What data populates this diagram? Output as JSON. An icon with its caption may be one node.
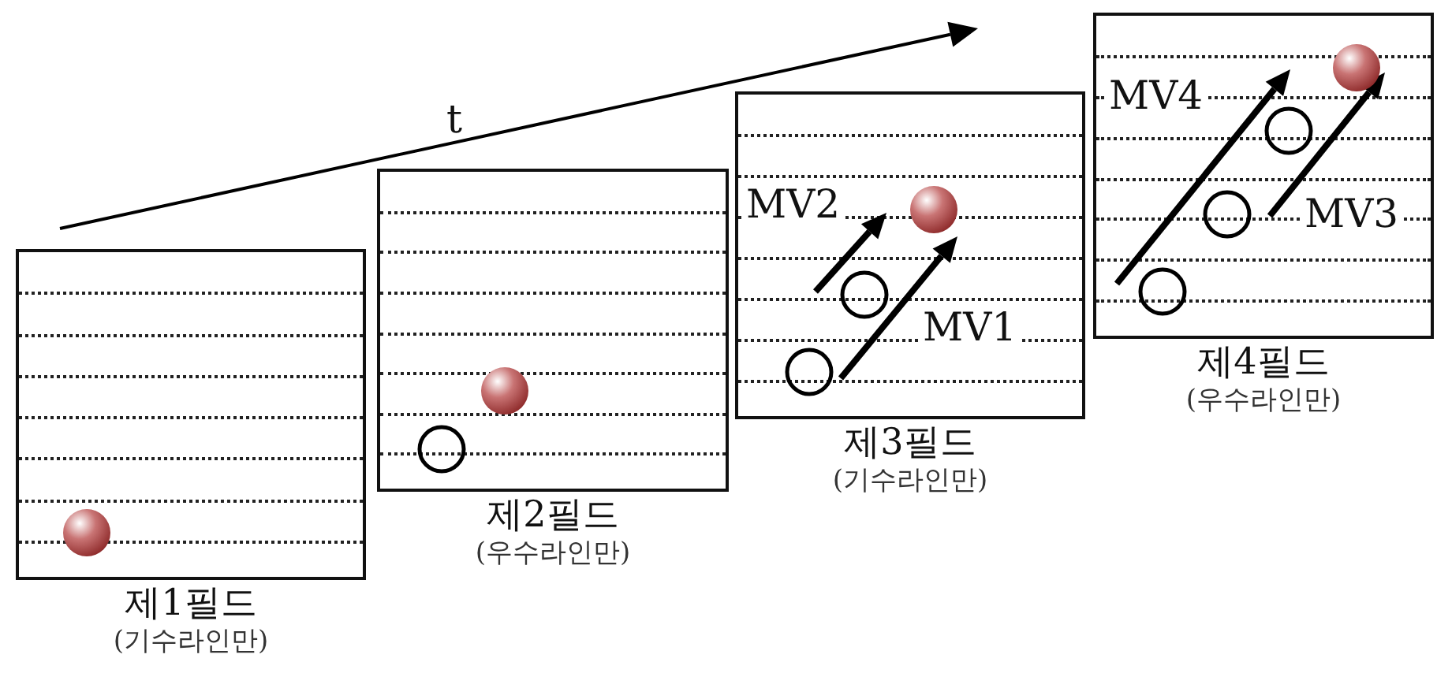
{
  "diagram": {
    "nodes": [
      {
        "text": [
          "제1필드",
          "(기수라인만)"
        ]
      },
      {
        "text": [
          "제2필드",
          "(우수라인만)"
        ]
      },
      {
        "text": [
          "제3필드",
          "(기수라인만)"
        ]
      },
      {
        "text": [
          "제4필드",
          "(우수라인만)"
        ]
      }
    ],
    "labels": [
      "t",
      "MV2",
      "MV1",
      "MV4",
      "MV3"
    ]
  }
}
